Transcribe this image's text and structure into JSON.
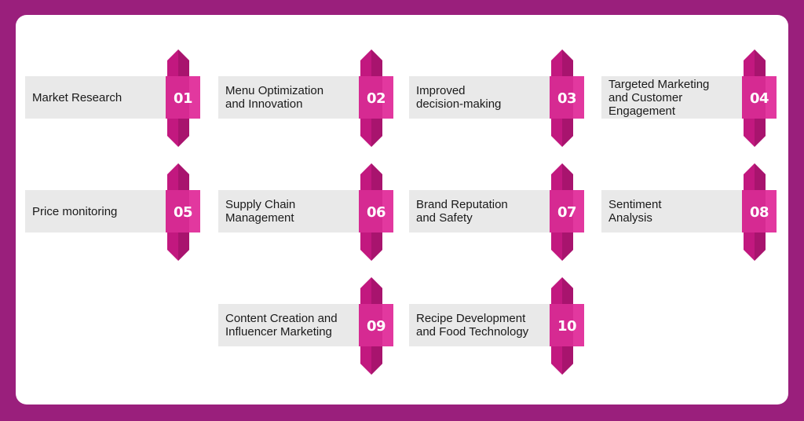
{
  "colors": {
    "frame": "#9a1f7c",
    "badge_dark": "#c2187f",
    "badge_light": "#e2389f",
    "label_bg": "#e9e9e9"
  },
  "items": [
    {
      "number": "01",
      "label": "Market Research"
    },
    {
      "number": "02",
      "label": "Menu Optimization\nand Innovation"
    },
    {
      "number": "03",
      "label": "Improved\ndecision-making"
    },
    {
      "number": "04",
      "label": "Targeted Marketing\nand Customer\nEngagement"
    },
    {
      "number": "05",
      "label": "Price monitoring"
    },
    {
      "number": "06",
      "label": "Supply Chain\nManagement"
    },
    {
      "number": "07",
      "label": "Brand Reputation\nand Safety"
    },
    {
      "number": "08",
      "label": "Sentiment\nAnalysis"
    },
    {
      "number": "09",
      "label": "Content Creation and\nInfluencer Marketing"
    },
    {
      "number": "10",
      "label": "Recipe Development\nand Food Technology"
    }
  ]
}
